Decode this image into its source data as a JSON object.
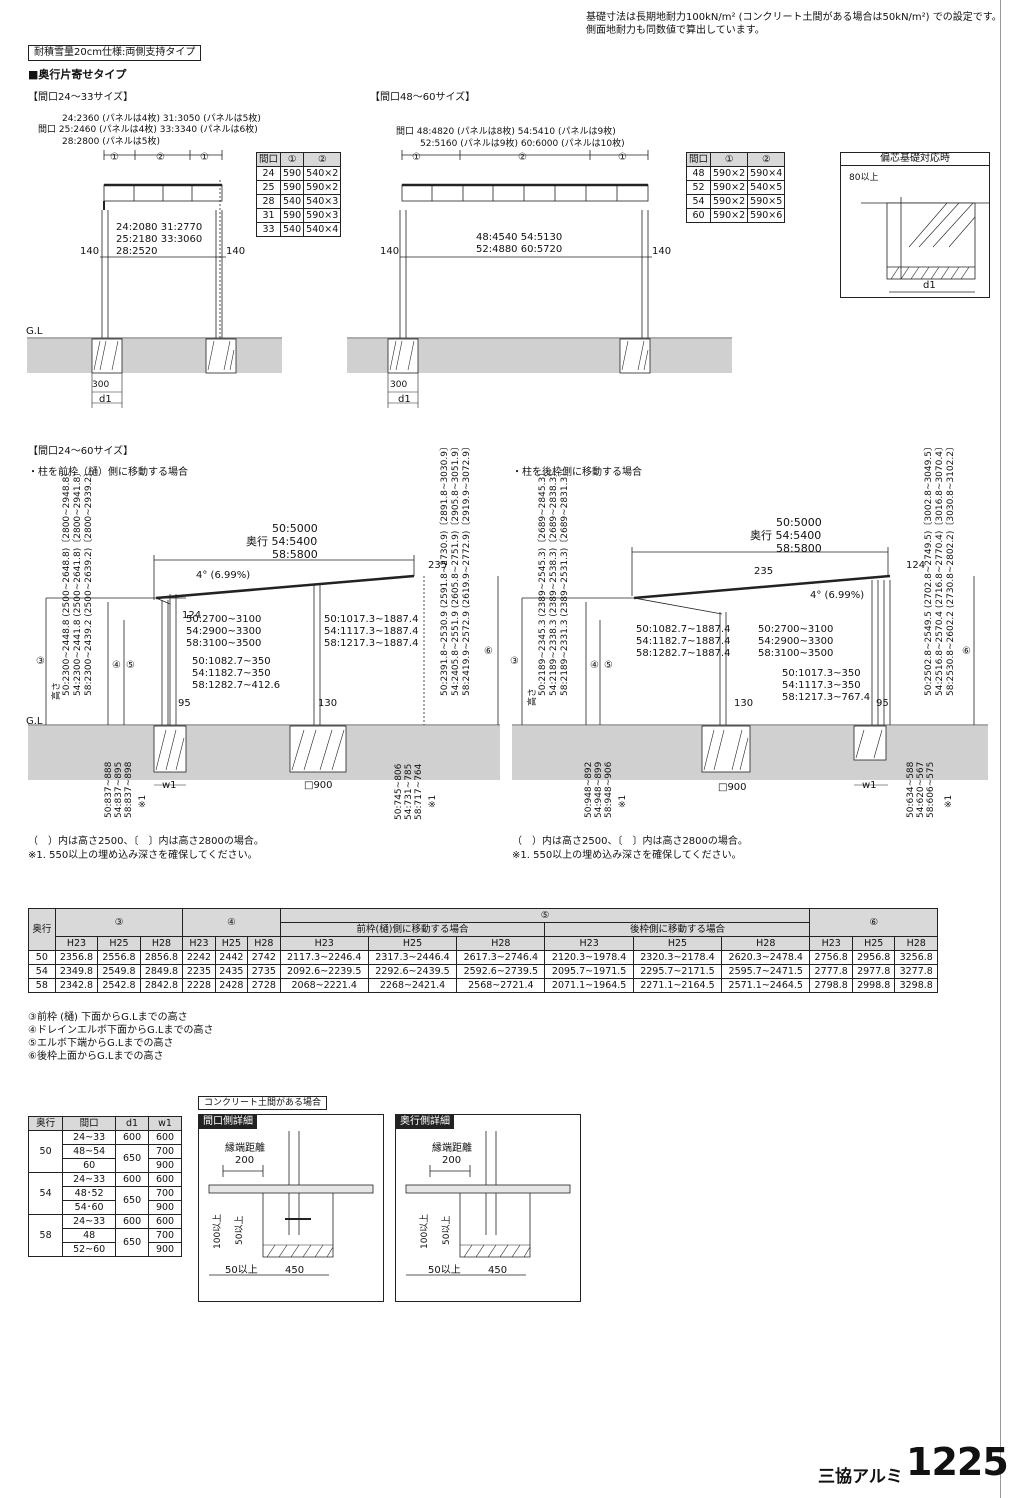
{
  "header_note": {
    "line1": "基礎寸法は長期地耐力100kN/m² (コンクリート土間がある場合は50kN/m²) での設定です。",
    "line2": "側面地耐力も同数値で算出しています。"
  },
  "spec_tag": "耐積雪量20cm仕様:両側支持タイプ",
  "section_title": "■奥行片寄せタイプ",
  "top_left": {
    "title": "【間口24～33サイズ】",
    "dims": [
      "24:2360 (パネルは4枚) 31:3050 (パネルは5枚)",
      "間口 25:2460 (パネルは4枚) 33:3340 (パネルは6枚)",
      "28:2800 (パネルは5枚)"
    ],
    "inner": [
      "24:2080 31:2770",
      "25:2180 33:3060",
      "28:2520"
    ],
    "markers": [
      "①",
      "②",
      "①"
    ],
    "side": "140",
    "gl": "G.L",
    "foot": "300",
    "d1": "d1",
    "table": {
      "headers": [
        "間口",
        "①",
        "②"
      ],
      "rows": [
        [
          "24",
          "590",
          "540×2"
        ],
        [
          "25",
          "590",
          "590×2"
        ],
        [
          "28",
          "540",
          "540×3"
        ],
        [
          "31",
          "590",
          "590×3"
        ],
        [
          "33",
          "540",
          "540×4"
        ]
      ]
    }
  },
  "top_right": {
    "title": "【間口48～60サイズ】",
    "dims": [
      "間口 48:4820 (パネルは8枚) 54:5410 (パネルは9枚)",
      "52:5160 (パネルは9枚) 60:6000 (パネルは10枚)"
    ],
    "inner": [
      "48:4540 54:5130",
      "52:4880 60:5720"
    ],
    "markers": [
      "①",
      "②",
      "①"
    ],
    "side": "140",
    "foot": "300",
    "d1": "d1",
    "table": {
      "headers": [
        "間口",
        "①",
        "②"
      ],
      "rows": [
        [
          "48",
          "590×2",
          "590×4"
        ],
        [
          "52",
          "590×2",
          "540×5"
        ],
        [
          "54",
          "590×2",
          "590×5"
        ],
        [
          "60",
          "590×2",
          "590×6"
        ]
      ]
    }
  },
  "offset": {
    "title": "偏芯基礎対応時",
    "dim": "80以上",
    "d1": "d1"
  },
  "mid": {
    "title": "【間口24～60サイズ】",
    "left": {
      "subtitle": "・柱を前枠（樋）側に移動する場合",
      "depth": [
        "50:5000",
        "奥行 54:5400",
        "58:5800"
      ],
      "slope": "4° (6.99%)",
      "heights": [
        "50:2300~2448.8 (2500~2648.8)〔2800~2948.8〕",
        "54:2300~2441.8 (2500~2641.8)〔2800~2941.8〕",
        "58:2300~2439.2 (2500~2639.2)〔2800~2939.2〕"
      ],
      "ranges1": [
        "50:2700~3100",
        "54:2900~3300",
        "58:3100~3500"
      ],
      "ranges2": [
        "50:1017.3~1887.4",
        "54:1117.3~1887.4",
        "58:1217.3~1887.4"
      ],
      "ranges3": [
        "50:1082.7~350",
        "54:1182.7~350",
        "58:1282.7~412.6"
      ],
      "right_heights": [
        "50:2391.8~2530.9 (2591.8~2730.9)〔2891.8~3030.9〕",
        "54:2405.8~2551.9 (2605.8~2751.9)〔2905.8~3051.9〕",
        "58:2419.9~2572.9 (2619.9~2772.9)〔2919.9~3072.9〕"
      ],
      "n124": "124",
      "n235": "235",
      "n95": "95",
      "n130": "130",
      "sq": "□900",
      "w1": "w1",
      "gl": "G.L",
      "embed_l": [
        "50:837~888",
        "54:837~895",
        "58:837~898"
      ],
      "embed_r": [
        "50:745~806",
        "54:731~785",
        "58:717~764"
      ],
      "star": "※1",
      "height_label": "高さ",
      "circ": [
        "③",
        "④",
        "⑤",
        "⑥"
      ]
    },
    "right": {
      "subtitle": "・柱を後枠側に移動する場合",
      "depth": [
        "50:5000",
        "奥行 54:5400",
        "58:5800"
      ],
      "slope": "4° (6.99%)",
      "heights": [
        "50:2189~2345.3 (2389~2545.3)〔2689~2845.3〕",
        "54:2189~2338.3 (2389~2538.3)〔2689~2838.3〕",
        "58:2189~2331.3 (2389~2531.3)〔2689~2831.3〕"
      ],
      "ranges1": [
        "50:1082.7~1887.4",
        "54:1182.7~1887.4",
        "58:1282.7~1887.4"
      ],
      "ranges2": [
        "50:2700~3100",
        "54:2900~3300",
        "58:3100~3500"
      ],
      "ranges3": [
        "50:1017.3~350",
        "54:1117.3~350",
        "58:1217.3~767.4"
      ],
      "right_heights": [
        "50:2502.8~2549.5 (2702.8~2749.5)〔3002.8~3049.5〕",
        "54:2516.8~2570.4 (2716.8~2770.4)〔3016.8~3070.4〕",
        "58:2530.8~2602.2 (2730.8~2802.2)〔3030.8~3102.2〕"
      ],
      "n124": "124",
      "n235": "235",
      "n95": "95",
      "n130": "130",
      "sq": "□900",
      "w1": "w1",
      "embed_l": [
        "50:948~892",
        "54:948~899",
        "58:948~906"
      ],
      "embed_r": [
        "50:634~588",
        "54:620~567",
        "58:606~575"
      ],
      "star": "※1",
      "height_label": "高さ",
      "circ": [
        "③",
        "④",
        "⑤",
        "⑥"
      ]
    },
    "notes": [
      "（　）内は高さ2500、〔　〕内は高さ2800の場合。",
      "※1. 550以上の埋め込み深さを確保してください。"
    ]
  },
  "height_table": {
    "c_okuyuki": "奥行",
    "groups": [
      "③",
      "④",
      "⑤",
      "⑥"
    ],
    "sub5": [
      "前枠(樋)側に移動する場合",
      "後枠側に移動する場合"
    ],
    "heights": [
      "H23",
      "H25",
      "H28"
    ],
    "rows": [
      [
        "50",
        "2356.8",
        "2556.8",
        "2856.8",
        "2242",
        "2442",
        "2742",
        "2117.3~2246.4",
        "2317.3~2446.4",
        "2617.3~2746.4",
        "2120.3~1978.4",
        "2320.3~2178.4",
        "2620.3~2478.4",
        "2756.8",
        "2956.8",
        "3256.8"
      ],
      [
        "54",
        "2349.8",
        "2549.8",
        "2849.8",
        "2235",
        "2435",
        "2735",
        "2092.6~2239.5",
        "2292.6~2439.5",
        "2592.6~2739.5",
        "2095.7~1971.5",
        "2295.7~2171.5",
        "2595.7~2471.5",
        "2777.8",
        "2977.8",
        "3277.8"
      ],
      [
        "58",
        "2342.8",
        "2542.8",
        "2842.8",
        "2228",
        "2428",
        "2728",
        "2068~2221.4",
        "2268~2421.4",
        "2568~2721.4",
        "2071.1~1964.5",
        "2271.1~2164.5",
        "2571.1~2464.5",
        "2798.8",
        "2998.8",
        "3298.8"
      ]
    ],
    "legend": [
      "③前枠 (樋) 下面からG.Lまでの高さ",
      "④ドレインエルボ下面からG.Lまでの高さ",
      "⑤エルボ下端からG.Lまでの高さ",
      "⑥後枠上面からG.Lまでの高さ"
    ]
  },
  "foundation_table": {
    "headers": [
      "奥行",
      "間口",
      "d1",
      "w1"
    ],
    "groups": [
      {
        "okuyuki": "50",
        "rows": [
          [
            "24~33",
            "600",
            "600"
          ],
          [
            "48~54",
            "650",
            "700"
          ],
          [
            "60",
            "",
            "900"
          ]
        ]
      },
      {
        "okuyuki": "54",
        "rows": [
          [
            "24~33",
            "600",
            "600"
          ],
          [
            "48･52",
            "650",
            "700"
          ],
          [
            "54･60",
            "",
            "900"
          ]
        ]
      },
      {
        "okuyuki": "58",
        "rows": [
          [
            "24~33",
            "600",
            "600"
          ],
          [
            "48",
            "650",
            "700"
          ],
          [
            "52~60",
            "",
            "900"
          ]
        ]
      }
    ]
  },
  "concrete": {
    "tag": "コンクリート土間がある場合",
    "front": {
      "title": "間口側詳細",
      "edge": "縁端距離",
      "d200": "200",
      "d100": "100以上",
      "d50": "50以上",
      "d50b": "50以上",
      "d450": "450"
    },
    "side": {
      "title": "奥行側詳細",
      "edge": "縁端距離",
      "d200": "200",
      "d100": "100以上",
      "d50": "50以上",
      "d50b": "50以上",
      "d450": "450"
    }
  },
  "footer": {
    "brand": "三協アルミ",
    "page": "1225"
  }
}
